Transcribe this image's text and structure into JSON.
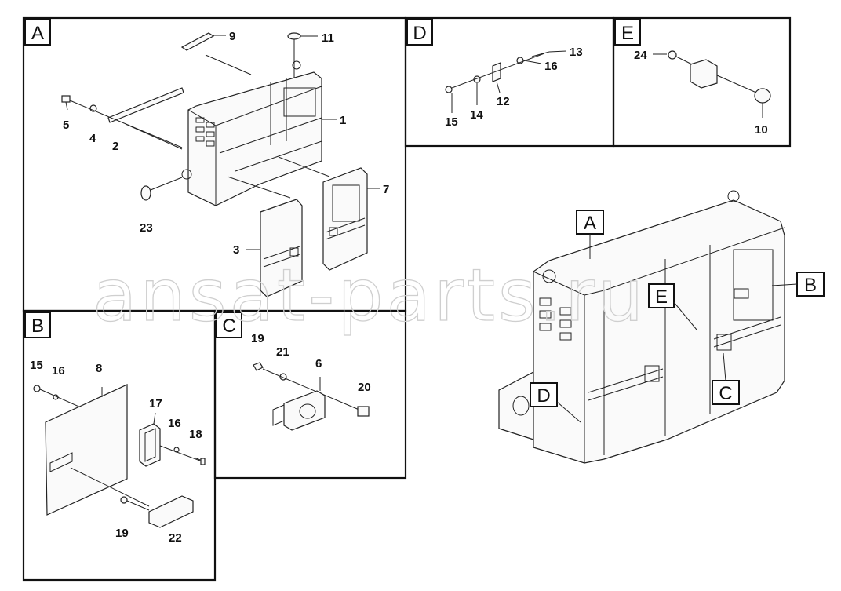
{
  "watermark": "ansat-parts.ru",
  "panels": {
    "A": {
      "letter": "A",
      "callouts": {
        "c9": "9",
        "c11": "11",
        "c1": "1",
        "c5": "5",
        "c4": "4",
        "c2": "2",
        "c23": "23",
        "c7": "7",
        "c3": "3"
      }
    },
    "B": {
      "letter": "B",
      "callouts": {
        "c15": "15",
        "c16a": "16",
        "c8": "8",
        "c17": "17",
        "c16b": "16",
        "c18": "18",
        "c19": "19",
        "c22": "22"
      }
    },
    "C": {
      "letter": "C",
      "callouts": {
        "c19": "19",
        "c21": "21",
        "c6": "6",
        "c20": "20"
      }
    },
    "D": {
      "letter": "D",
      "callouts": {
        "c13": "13",
        "c16": "16",
        "c12": "12",
        "c14": "14",
        "c15": "15"
      }
    },
    "E": {
      "letter": "E",
      "callouts": {
        "c24": "24",
        "c10": "10"
      }
    }
  },
  "overview_labels": {
    "A": "A",
    "B": "B",
    "C": "C",
    "D": "D",
    "E": "E"
  }
}
